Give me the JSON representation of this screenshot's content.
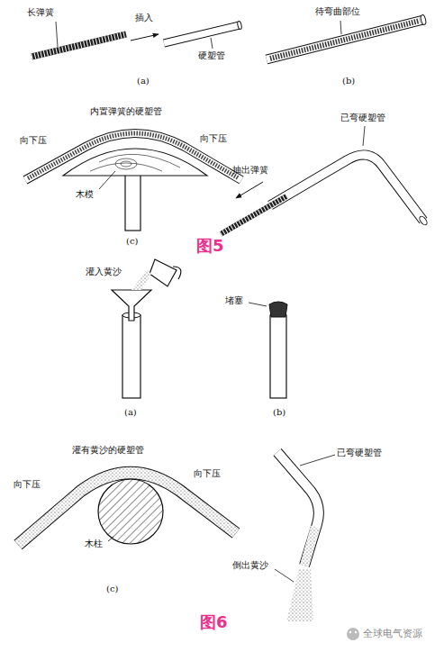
{
  "diagram": {
    "labels": [
      "长弹簧",
      "插入",
      "硬塑管",
      "(a)",
      "待弯曲部位",
      "(b)",
      "向下压",
      "内置弹簧的硬塑管",
      "向下压",
      "木模",
      "(c)",
      "已弯硬塑管",
      "抽出弹簧",
      "图5",
      "灌入黄沙",
      "(a)",
      "堵塞",
      "(b)",
      "灌有黄沙的硬塑管",
      "向下压",
      "向下压",
      "木柱",
      "(c)",
      "已弯硬塑管",
      "倒出黄沙",
      "图6",
      "全球电气资源"
    ]
  }
}
